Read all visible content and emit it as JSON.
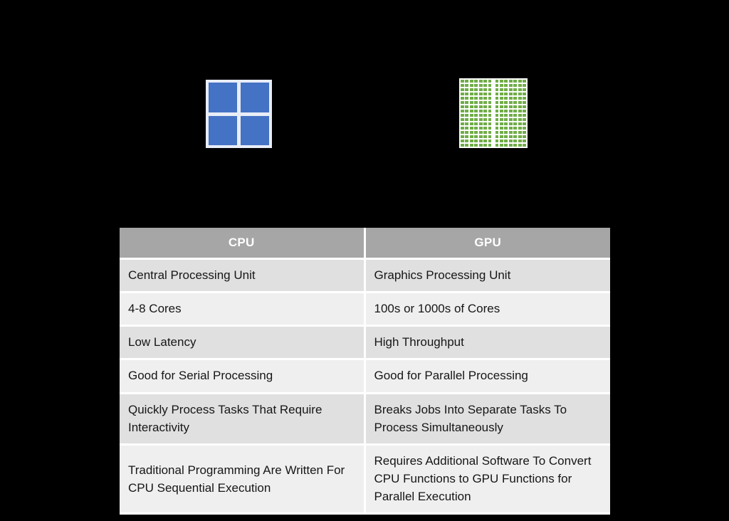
{
  "diagrams": {
    "cpu": {
      "icon_name": "cpu-cores-icon",
      "core_count": 4,
      "color": "#4472c4",
      "border_color": "#e9edf7"
    },
    "gpu": {
      "icon_name": "gpu-cores-icon",
      "banks": 2,
      "cores_per_bank": 112,
      "columns_per_bank": 7,
      "rows_per_bank": 16,
      "color": "#70ad47",
      "background_color": "#ffffff"
    }
  },
  "table": {
    "header_background": "#a6a6a6",
    "header_text_color": "#ffffff",
    "row_color_odd": "#e0e0e0",
    "row_color_even": "#efefef",
    "columns": [
      "CPU",
      "GPU"
    ],
    "rows": [
      {
        "cpu": "Central Processing Unit",
        "gpu": "Graphics Processing Unit"
      },
      {
        "cpu": "4-8 Cores",
        "gpu": "100s or 1000s of Cores"
      },
      {
        "cpu": "Low Latency",
        "gpu": "High Throughput"
      },
      {
        "cpu": "Good for Serial Processing",
        "gpu": "Good for Parallel Processing"
      },
      {
        "cpu": "Quickly Process Tasks That Require Interactivity",
        "gpu": "Breaks Jobs Into Separate Tasks To Process Simultaneously"
      },
      {
        "cpu": "Traditional Programming Are Written For CPU Sequential Execution",
        "gpu": "Requires Additional Software To Convert CPU Functions to GPU Functions for Parallel Execution"
      }
    ]
  }
}
